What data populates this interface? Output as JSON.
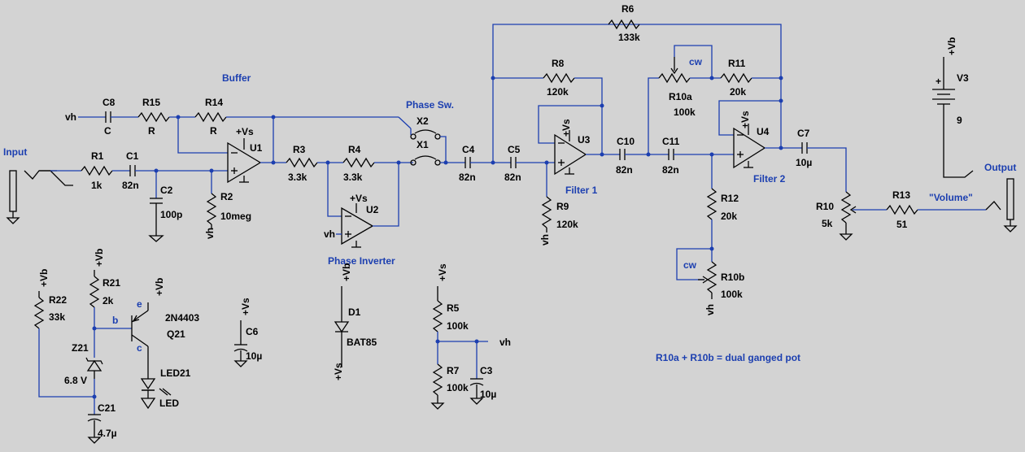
{
  "colors": {
    "background": "#d3d3d3",
    "wire": "#1c3fb0",
    "component": "#000000",
    "note": "#1c3fb0"
  },
  "labels": {
    "input": "Input",
    "output": "Output",
    "buffer": "Buffer",
    "phase_sw": "Phase Sw.",
    "phase_inverter": "Phase Inverter",
    "filter1": "Filter 1",
    "filter2": "Filter 2",
    "volume": "\"Volume\"",
    "gang_note": "R10a + R10b = dual ganged pot",
    "cw_a": "cw",
    "cw_b": "cw",
    "vh_c8": "vh",
    "vh_r2": "vh",
    "vh_u2": "vh",
    "vh_r9": "vh",
    "vh_r10b": "vh",
    "vh_bias": "vh",
    "pin_b": "b",
    "pin_e": "e",
    "pin_c": "c"
  },
  "components": {
    "R1": {
      "ref": "R1",
      "value": "1k"
    },
    "C1": {
      "ref": "C1",
      "value": "82n"
    },
    "C2": {
      "ref": "C2",
      "value": "100p"
    },
    "R2": {
      "ref": "R2",
      "value": "10meg"
    },
    "C8": {
      "ref": "C8",
      "value": "C"
    },
    "R15": {
      "ref": "R15",
      "value": "R"
    },
    "R14": {
      "ref": "R14",
      "value": "R"
    },
    "U1": {
      "ref": "U1",
      "supply": "+Vs"
    },
    "R3": {
      "ref": "R3",
      "value": "3.3k"
    },
    "R4": {
      "ref": "R4",
      "value": "3.3k"
    },
    "U2": {
      "ref": "U2",
      "supply": "+Vs"
    },
    "X1": {
      "ref": "X1"
    },
    "X2": {
      "ref": "X2"
    },
    "C4": {
      "ref": "C4",
      "value": "82n"
    },
    "C5": {
      "ref": "C5",
      "value": "82n"
    },
    "R9": {
      "ref": "R9",
      "value": "120k"
    },
    "R8": {
      "ref": "R8",
      "value": "120k"
    },
    "U3": {
      "ref": "U3",
      "supply": "+Vs"
    },
    "R6": {
      "ref": "R6",
      "value": "133k"
    },
    "C10": {
      "ref": "C10",
      "value": "82n"
    },
    "C11": {
      "ref": "C11",
      "value": "82n"
    },
    "R10a": {
      "ref": "R10a",
      "value": "100k"
    },
    "R11": {
      "ref": "R11",
      "value": "20k"
    },
    "U4": {
      "ref": "U4",
      "supply": "+Vs"
    },
    "R12": {
      "ref": "R12",
      "value": "20k"
    },
    "R10b": {
      "ref": "R10b",
      "value": "100k"
    },
    "C7": {
      "ref": "C7",
      "value": "10µ"
    },
    "R10": {
      "ref": "R10",
      "value": "5k"
    },
    "R13": {
      "ref": "R13",
      "value": "51"
    },
    "V3": {
      "ref": "V3",
      "value": "9",
      "supply": "+Vb"
    },
    "R22": {
      "ref": "R22",
      "value": "33k",
      "supply": "+Vb"
    },
    "Z21": {
      "ref": "Z21",
      "value": "6.8 V"
    },
    "C21": {
      "ref": "C21",
      "value": "4.7µ"
    },
    "R21": {
      "ref": "R21",
      "value": "2k",
      "supply": "+Vb"
    },
    "Q21": {
      "ref": "Q21",
      "value": "2N4403",
      "supply": "+Vb"
    },
    "LED21": {
      "ref": "LED21",
      "value": "LED"
    },
    "C6": {
      "ref": "C6",
      "value": "10µ",
      "supply": "+Vs"
    },
    "D1": {
      "ref": "D1",
      "value": "BAT85",
      "supply_top": "+Vb",
      "supply_bottom": "+Vs"
    },
    "R5": {
      "ref": "R5",
      "value": "100k",
      "supply": "+Vs"
    },
    "R7": {
      "ref": "R7",
      "value": "100k"
    },
    "C3": {
      "ref": "C3",
      "value": "10µ"
    }
  }
}
